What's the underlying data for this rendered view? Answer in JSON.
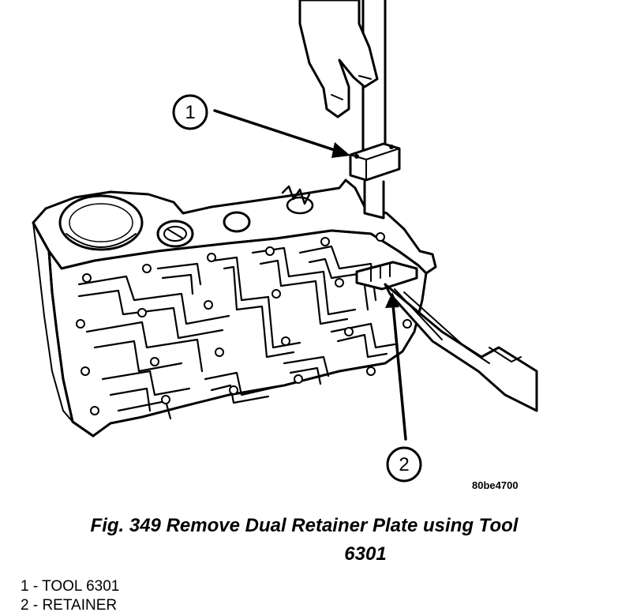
{
  "figure": {
    "callouts": [
      "1",
      "2"
    ],
    "image_code": "80be4700"
  },
  "caption": {
    "line1": "Fig. 349 Remove Dual Retainer Plate using Tool",
    "line2": "6301"
  },
  "legend": [
    "1 - TOOL 6301",
    "2 - RETAINER"
  ]
}
